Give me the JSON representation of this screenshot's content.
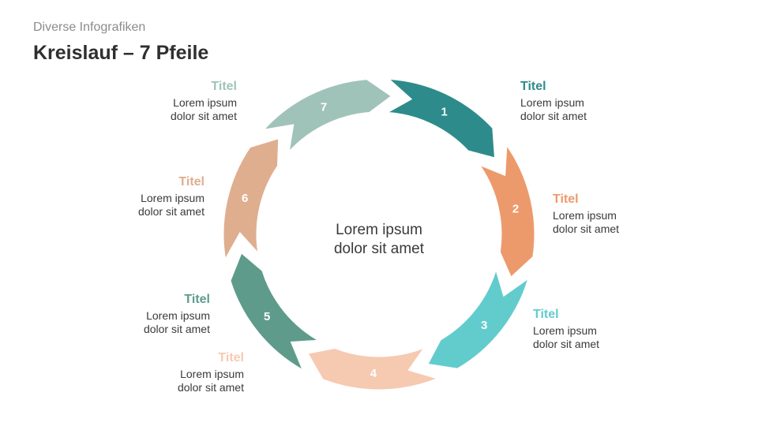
{
  "header": {
    "subtitle": "Diverse Infografiken",
    "title": "Kreislauf – 7 Pfeile"
  },
  "center": {
    "line1": "Lorem ipsum",
    "line2": "dolor sit amet"
  },
  "segments": [
    {
      "number": "1",
      "color": "#2e8b8b",
      "title": "Titel",
      "line1": "Lorem ipsum",
      "line2": "dolor sit amet"
    },
    {
      "number": "2",
      "color": "#ec9a6c",
      "title": "Titel",
      "line1": "Lorem ipsum",
      "line2": "dolor sit amet"
    },
    {
      "number": "3",
      "color": "#62cccd",
      "title": "Titel",
      "line1": "Lorem ipsum",
      "line2": "dolor sit amet"
    },
    {
      "number": "4",
      "color": "#f6c9b1",
      "title": "Titel",
      "line1": "Lorem ipsum",
      "line2": "dolor sit amet"
    },
    {
      "number": "5",
      "color": "#5e9b8b",
      "title": "Titel",
      "line1": "Lorem ipsum",
      "line2": "dolor sit amet"
    },
    {
      "number": "6",
      "color": "#dfae8f",
      "title": "Titel",
      "line1": "Lorem ipsum",
      "line2": "dolor sit amet"
    },
    {
      "number": "7",
      "color": "#a0c3b9",
      "title": "Titel",
      "line1": "Lorem ipsum",
      "line2": "dolor sit amet"
    }
  ]
}
